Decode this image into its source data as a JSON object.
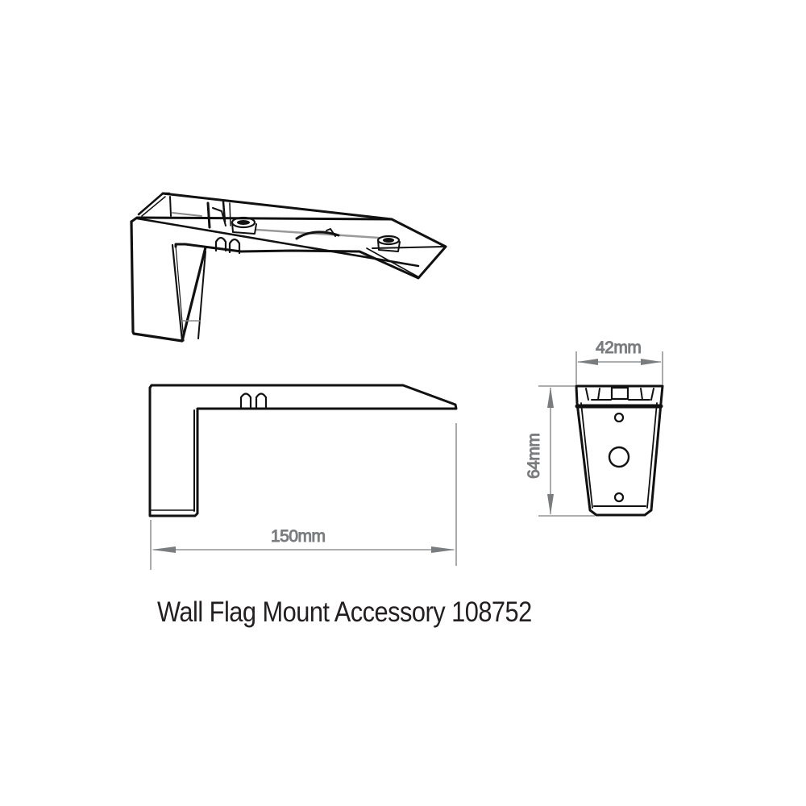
{
  "caption": "Wall Flag Mount Accessory 108752",
  "dimensions": {
    "length": "150mm",
    "width": "42mm",
    "height": "64mm"
  },
  "views": {
    "isometric": "isometric-view",
    "side": "side-view",
    "front": "front-view"
  },
  "colors": {
    "line": "#111111",
    "dimension": "#7a7d80",
    "caption": "#231f20",
    "background": "#ffffff"
  }
}
